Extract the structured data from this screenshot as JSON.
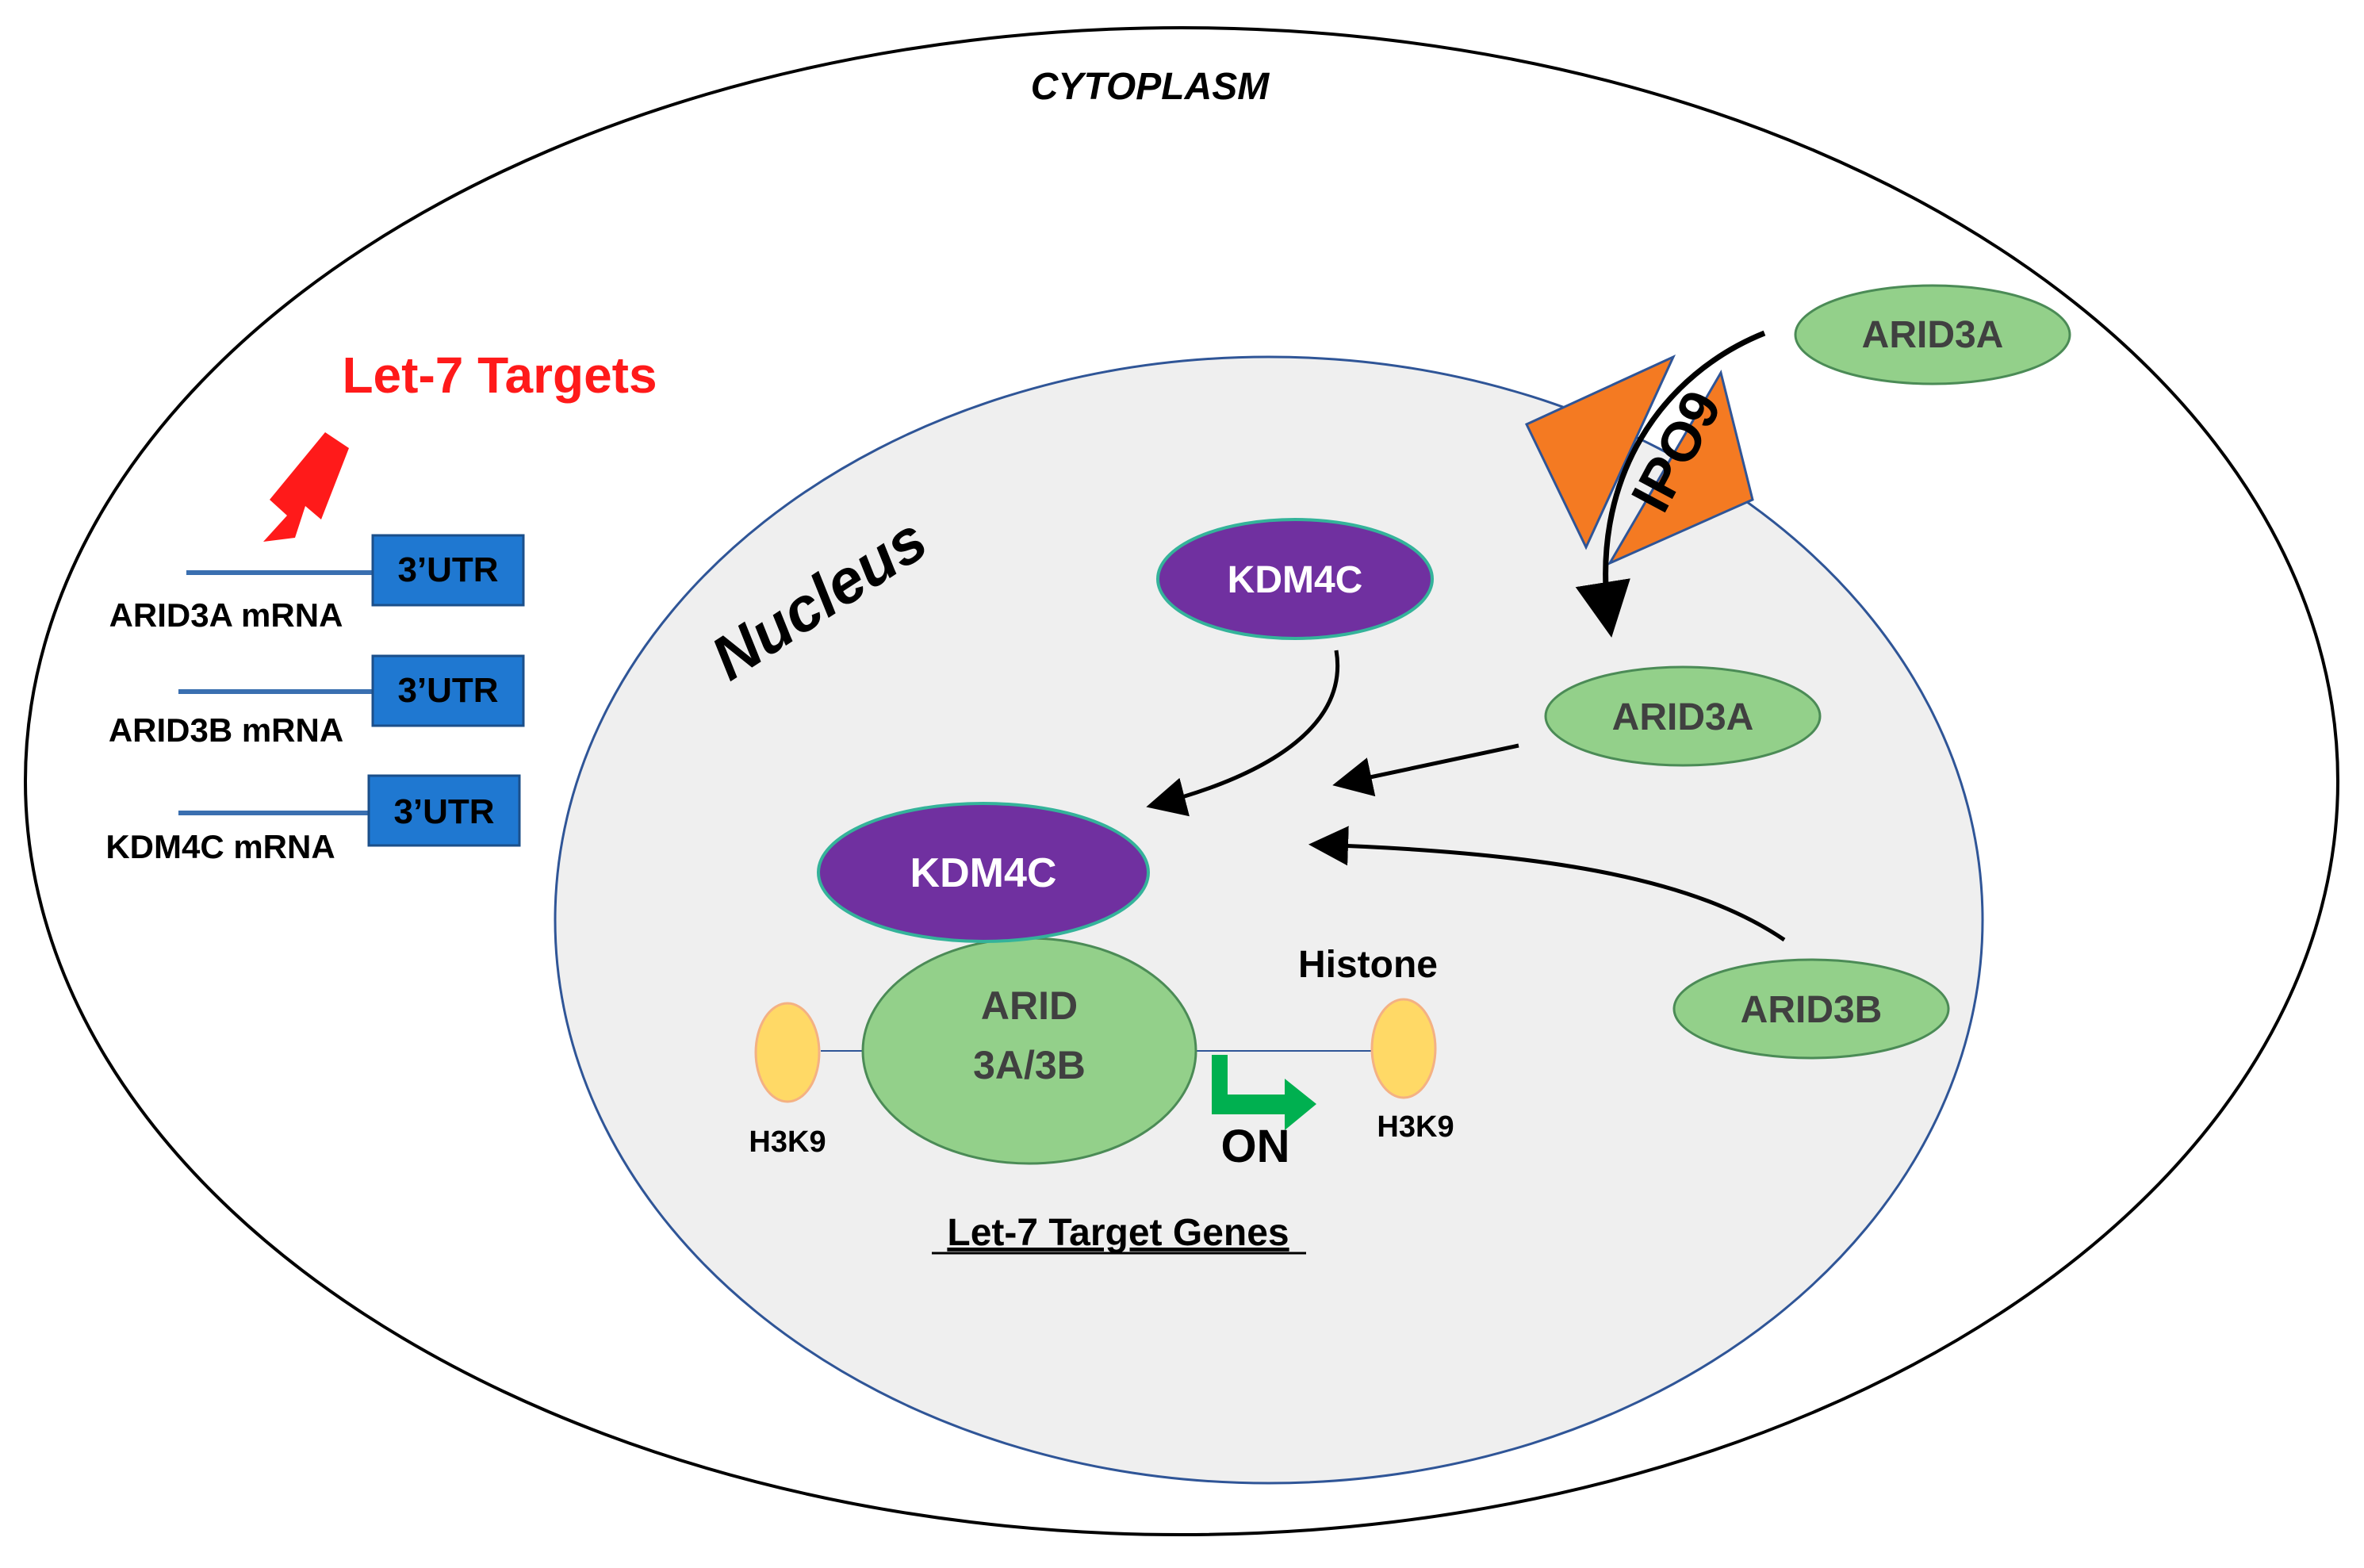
{
  "compartments": {
    "cytoplasm_label": "CYTOPLASM",
    "nucleus_label": "Nucleus"
  },
  "let7": {
    "title": "Let-7 Targets",
    "mrnas": [
      {
        "name": "ARID3A mRNA",
        "utr": "3’UTR"
      },
      {
        "name": "ARID3B mRNA",
        "utr": "3’UTR"
      },
      {
        "name": "KDM4C mRNA",
        "utr": "3’UTR"
      }
    ]
  },
  "proteins": {
    "arid3a_cytoplasm": "ARID3A",
    "importin": "IPO9",
    "kdm4c_nucleus": "KDM4C",
    "arid3a_nucleus": "ARID3A",
    "arid3b_nucleus": "ARID3B",
    "kdm4c_complex": "KDM4C",
    "arid_complex_line1": "ARID",
    "arid_complex_line2": "3A/3B"
  },
  "chromatin": {
    "histone_label": "Histone",
    "h3k9_left": "H3K9",
    "h3k9_right": "H3K9",
    "on_label": "ON",
    "genes_label": "Let-7 Target Genes"
  },
  "colors": {
    "green_fill": "#93d08a",
    "green_stroke": "#4b8b56",
    "purple_fill": "#7030a0",
    "teal_stroke": "#34b39a",
    "blue_box": "#1f78d1",
    "blue_line": "#3a6fb0",
    "orange": "#f47a22",
    "red": "#ff1a1a",
    "nucleus_fill": "#efefef",
    "nucleus_stroke": "#2f5597",
    "yellow_fill": "#ffd966",
    "yellow_stroke": "#f4b183",
    "on_arrow": "#00b050"
  }
}
